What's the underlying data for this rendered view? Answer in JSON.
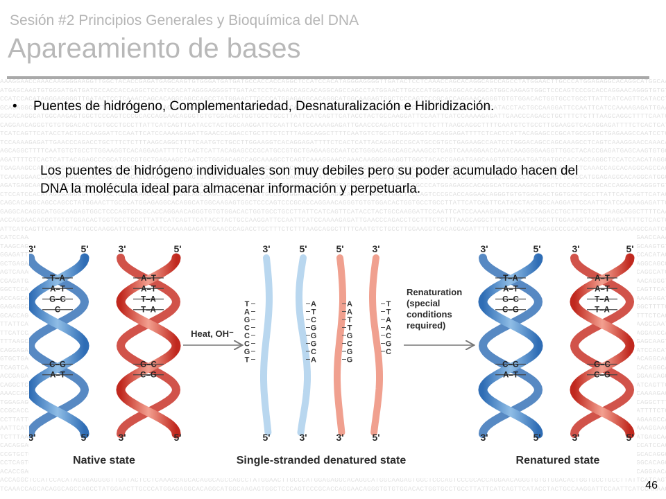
{
  "header": {
    "subtitle": "Sesión #2 Principios Generales y Bioquímica del DNA",
    "title": "Apareamiento de bases"
  },
  "bullet": {
    "symbol": "•",
    "text": "Puentes de hidrógeno, Complementariedad, Desnaturalización e Hibridización."
  },
  "paragraph": {
    "text": "Los puentes de hidrógeno individuales son muy debiles pero su poder acumulado hacen del DNA la molécula ideal para almacenar información y perpetuarla."
  },
  "background_sequence": "AAAGGAACCAAACAAGGGGAAGGTTGGCTACACCGAGATGAGCAAGTGTGGGATGATGATGCCACCACCAGGCTCCATCCACATAGGGAGGGGTTGATACTCCTCAAACCAGCACAGGCAGCCAGCCTATGGAACTTGCCCATGGAGAGGCACAGGCATGGCAAGAGTGGCTCCCAGTCCCGCACCAGGAACAGGGTGTGTGGACACTGGTGCCTGCCTTATTCATCAGTTCATACCTACTGCCAAGGATTCCAATTCATCCAAAAGAGATTGAACCCAGACCTGCTTTCTCTTTAAGCAGGCTTTTCAATGTCTGCCTTGGAAGGTCACAGGAGATTTTCTCACTCATTACAGAGCCCGCATGCCGTGCTGAGAAGCCAATCCTGGGACAGCCAGCAAAGCCTCAGTC",
  "diagram": {
    "captions": {
      "native": "Native state",
      "denatured": "Single-stranded denatured state",
      "renatured": "Renatured state"
    },
    "ends": {
      "three_prime": "3'",
      "five_prime": "5'"
    },
    "heat_label": "Heat, OH⁻",
    "renaturation_label": [
      "Renaturation",
      "(special",
      "conditions",
      "required)"
    ],
    "native_blue_pairs": [
      "T–A",
      "A–T",
      "G–C",
      "C",
      "C–G",
      "A–T"
    ],
    "native_red_pairs": [
      "A–T",
      "A–T",
      "T–A",
      "T–A",
      "G–C",
      "C–G"
    ],
    "renatured_blue_pairs": [
      "T–A",
      "A–T",
      "G–C",
      "C–G",
      "C–G",
      "A–T"
    ],
    "renatured_red_pairs": [
      "A–T",
      "A–T",
      "T–A",
      "T–A",
      "G–C",
      "C–G"
    ],
    "strand1_bases": [
      "T",
      "A",
      "G",
      "C",
      "C",
      "C",
      "G",
      "T"
    ],
    "strand2_bases": [
      "A",
      "T",
      "C",
      "G",
      "G",
      "G",
      "C",
      "A"
    ],
    "strand3_bases": [
      "A",
      "A",
      "T",
      "T",
      "G",
      "C",
      "G",
      "G"
    ],
    "strand4_bases": [
      "T",
      "T",
      "A",
      "A",
      "C",
      "G",
      "C"
    ],
    "colors": {
      "blue_strand": "#4a86c5",
      "blue_light": "#b9d7ef",
      "red_strand": "#d94436",
      "red_light": "#f0a08f",
      "arrow": "#777777",
      "text": "#2b2b2b"
    }
  },
  "page_number": "46"
}
